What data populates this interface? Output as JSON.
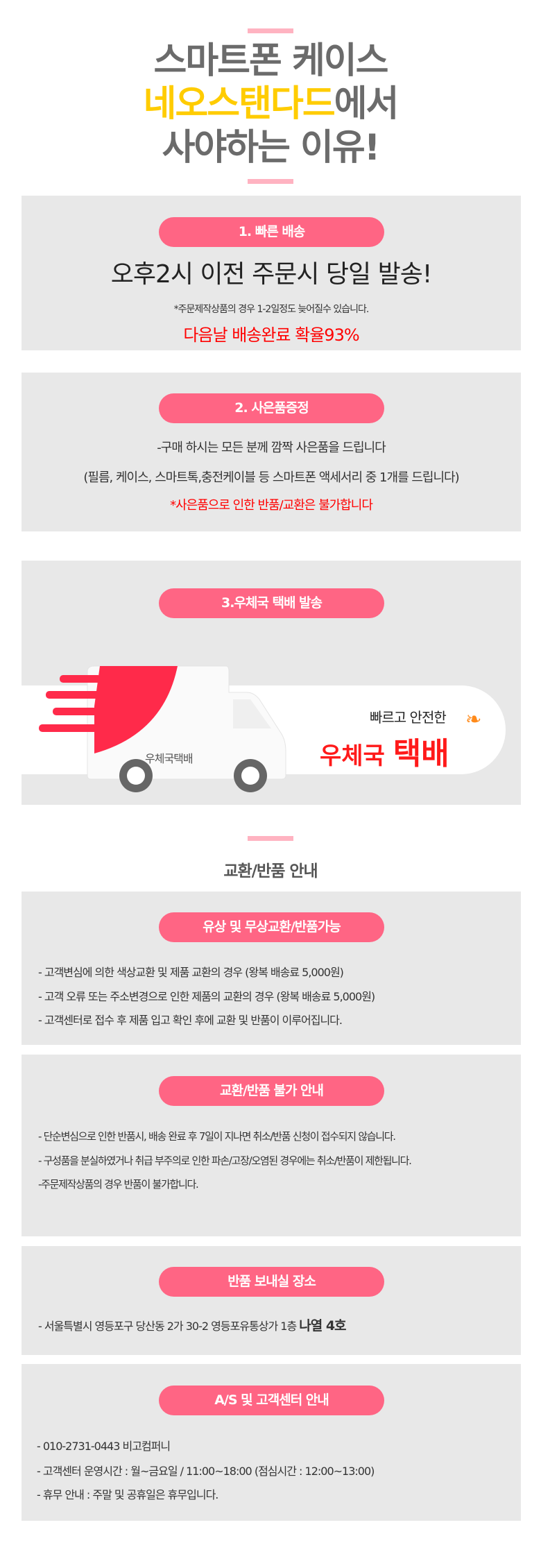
{
  "hero": {
    "line1": "스마트폰 케이스",
    "line2_highlight": "네오스탠다드",
    "line2_rest": "에서",
    "line3": "사야하는 이유!"
  },
  "colors": {
    "pink": "#ff6584",
    "yellow": "#ffcc00",
    "red": "#ff0000",
    "box": "#e8e8e8"
  },
  "section1": {
    "pill": "1. 빠른 배송",
    "headline": "오후2시 이전 주문시 당일 발송!",
    "note": "*주문제작상품의 경우 1-2일정도 늦어질수 있습니다.",
    "highlight": "다음날 배송완료 확율93%"
  },
  "section2": {
    "pill": "2. 사은품증정",
    "line1": "-구매 하시는 모든 분께 깜짝 사은품을 드립니다",
    "line2": "(필름, 케이스, 스마트톡,충전케이블 등 스마트폰 액세서리 중 1개를 드립니다)",
    "warning": "*사은품으로 인한 반품/교환은 불가합니다"
  },
  "section3": {
    "pill": "3.우체국 택배 발송",
    "truck_label": "우체국택배",
    "slogan": "빠르고 안전한",
    "brand1": "우체국",
    "brand2": "택배"
  },
  "exchange_heading": "교환/반품 안내",
  "box4": {
    "pill": "유상 및 무상교환/반품가능",
    "lines": [
      "- 고객변심에 의한 색상교환 및 제품 교환의 경우 (왕복 배송료 5,000원)",
      "- 고객 오류 또는 주소변경으로 인한 제품의 교환의 경우 (왕복 배송료 5,000원)",
      "- 고객센터로 접수 후 제품 입고 확인 후에 교환 및 반품이 이루어집니다."
    ]
  },
  "box5": {
    "pill": "교환/반품 불가 안내",
    "lines": [
      "- 단순변심으로 인한 반품시, 배송 완료 후 7일이 지나면 취소/반품 신청이 접수되지 않습니다.",
      "- 구성품을 분실하였거나 취급 부주의로 인한 파손/고장/오염된 경우에는 취소/반품이 제한됩니다.",
      "-주문제작상품의 경우 반품이 불가합니다."
    ]
  },
  "box6": {
    "pill": "반품 보내실 장소",
    "address": "- 서울특별시 영등포구 당산동 2가 30-2 영등포유통상가 1층",
    "address_bold": "나열 4호"
  },
  "box7": {
    "pill": "A/S  및 고객센터 안내",
    "lines": [
      "- 010-2731-0443 비고컴퍼니",
      "- 고객센터 운영시간 : 월~금요일 / 11:00~18:00 (점심시간 : 12:00~13:00)",
      "- 휴무 안내 : 주말 및 공휴일은 휴무입니다."
    ]
  }
}
